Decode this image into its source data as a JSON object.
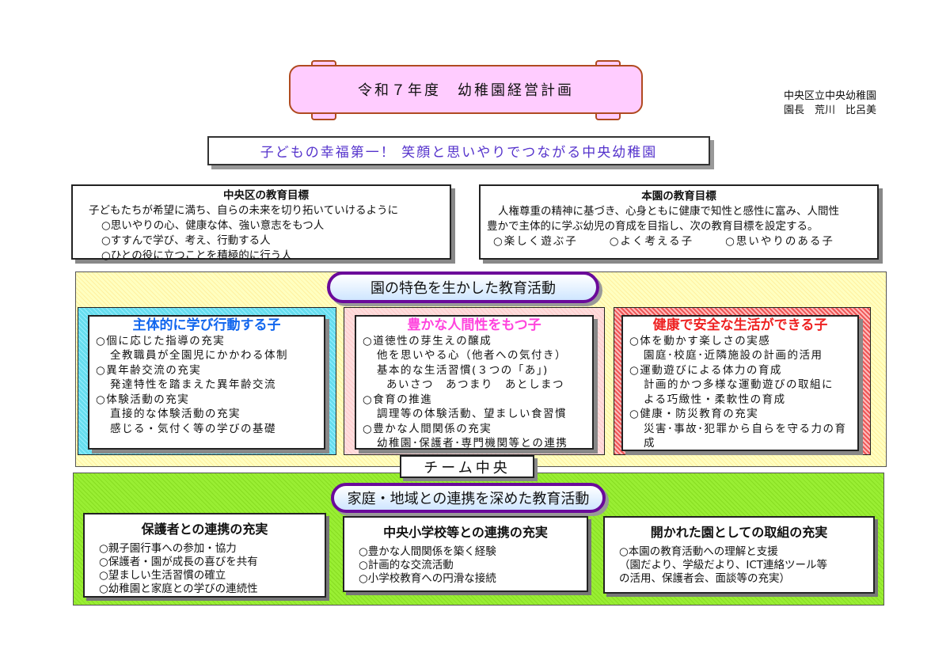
{
  "header": {
    "title": "令和７年度　幼稚園経営計画",
    "org_name": "中央区立中央幼稚園",
    "principal": "園長　荒川　比呂美",
    "motto": "子どもの幸福第一！ 笑顔と思いやりでつながる中央幼稚園"
  },
  "ward_goals": {
    "title": "中央区の教育目標",
    "intro": "子どもたちが希望に満ち、自らの未来を切り拓いていけるように",
    "items": [
      "○思いやりの心、健康な体、強い意志をもつ人",
      "○すすんで学び、考え、行動する人",
      "○ひとの役に立つことを積極的に行う人"
    ]
  },
  "school_goals": {
    "title": "本園の教育目標",
    "line1": "人権尊重の精神に基づき、心身ともに健康で知性と感性に富み、人間性",
    "line2": "豊かで主体的に学ぶ幼児の育成を目指し、次の教育目標を設定する。",
    "items": [
      "○楽しく遊ぶ子",
      "○よく考える子",
      "○思いやりのある子"
    ]
  },
  "features": {
    "title": "園の特色を生かした教育活動",
    "colors": {
      "col1_bg": "#66ddee",
      "col1_title": "#1166ee",
      "col2_bg": "#ffdddd",
      "col2_title": "#ff44dd",
      "col3_bg": "#ee5555",
      "col3_title": "#ee2222"
    },
    "columns": [
      {
        "title": "主体的に学び行動する子",
        "lines": [
          {
            "t": "○個に応じた指導の充実",
            "lv": 0
          },
          {
            "t": "全教職員が全園児にかかわる体制",
            "lv": 1
          },
          {
            "t": "○異年齢交流の充実",
            "lv": 0
          },
          {
            "t": "発達特性を踏まえた異年齢交流",
            "lv": 1
          },
          {
            "t": "○体験活動の充実",
            "lv": 0
          },
          {
            "t": "直接的な体験活動の充実",
            "lv": 1
          },
          {
            "t": "感じる・気付く等の学びの基礎",
            "lv": 1
          }
        ]
      },
      {
        "title": "豊かな人間性をもつ子",
        "lines": [
          {
            "t": "○道徳性の芽生えの醸成",
            "lv": 0
          },
          {
            "t": "他を思いやる心（他者への気付き）",
            "lv": 1
          },
          {
            "t": "基本的な生活習慣(３つの「あ」)",
            "lv": 1
          },
          {
            "t": "あいさつ　あつまり　あとしまつ",
            "lv": 2
          },
          {
            "t": "○食育の推進",
            "lv": 0
          },
          {
            "t": "調理等の体験活動、望ましい食習慣",
            "lv": 1
          },
          {
            "t": "○豊かな人間関係の充実",
            "lv": 0
          },
          {
            "t": "幼稚園･保護者･専門機関等との連携",
            "lv": 1
          }
        ]
      },
      {
        "title": "健康で安全な生活ができる子",
        "lines": [
          {
            "t": "○体を動かす楽しさの実感",
            "lv": 0
          },
          {
            "t": "園庭･校庭･近隣施設の計画的活用",
            "lv": 1
          },
          {
            "t": "○運動遊びによる体力の育成",
            "lv": 0
          },
          {
            "t": "計画的かつ多様な運動遊びの取組に",
            "lv": 1
          },
          {
            "t": "よる巧緻性・柔軟性の育成",
            "lv": 1
          },
          {
            "t": "○健康・防災教育の充実",
            "lv": 0
          },
          {
            "t": "災害･事故･犯罪から自らを守る力の育成",
            "lv": 1
          }
        ]
      }
    ]
  },
  "team": "チーム中央",
  "community": {
    "title": "家庭・地域との連携を深めた教育活動",
    "boxes": [
      {
        "title": "保護者との連携の充実",
        "lines": [
          "○親子園行事への参加・協力",
          "○保護者・園が成長の喜びを共有",
          "○望ましい生活習慣の確立",
          "○幼稚園と家庭との学びの連続性"
        ]
      },
      {
        "title": "中央小学校等との連携の充実",
        "lines": [
          "○豊かな人間関係を築く経験",
          "○計画的な交流活動",
          "○小学校教育への円滑な接続"
        ]
      },
      {
        "title": "開かれた園としての取組の充実",
        "lines": [
          "○本園の教育活動への理解と支援",
          "（園だより、学級だより、ICT連絡ツール等",
          "の活用、保護者会、面談等の充実）"
        ]
      }
    ]
  }
}
